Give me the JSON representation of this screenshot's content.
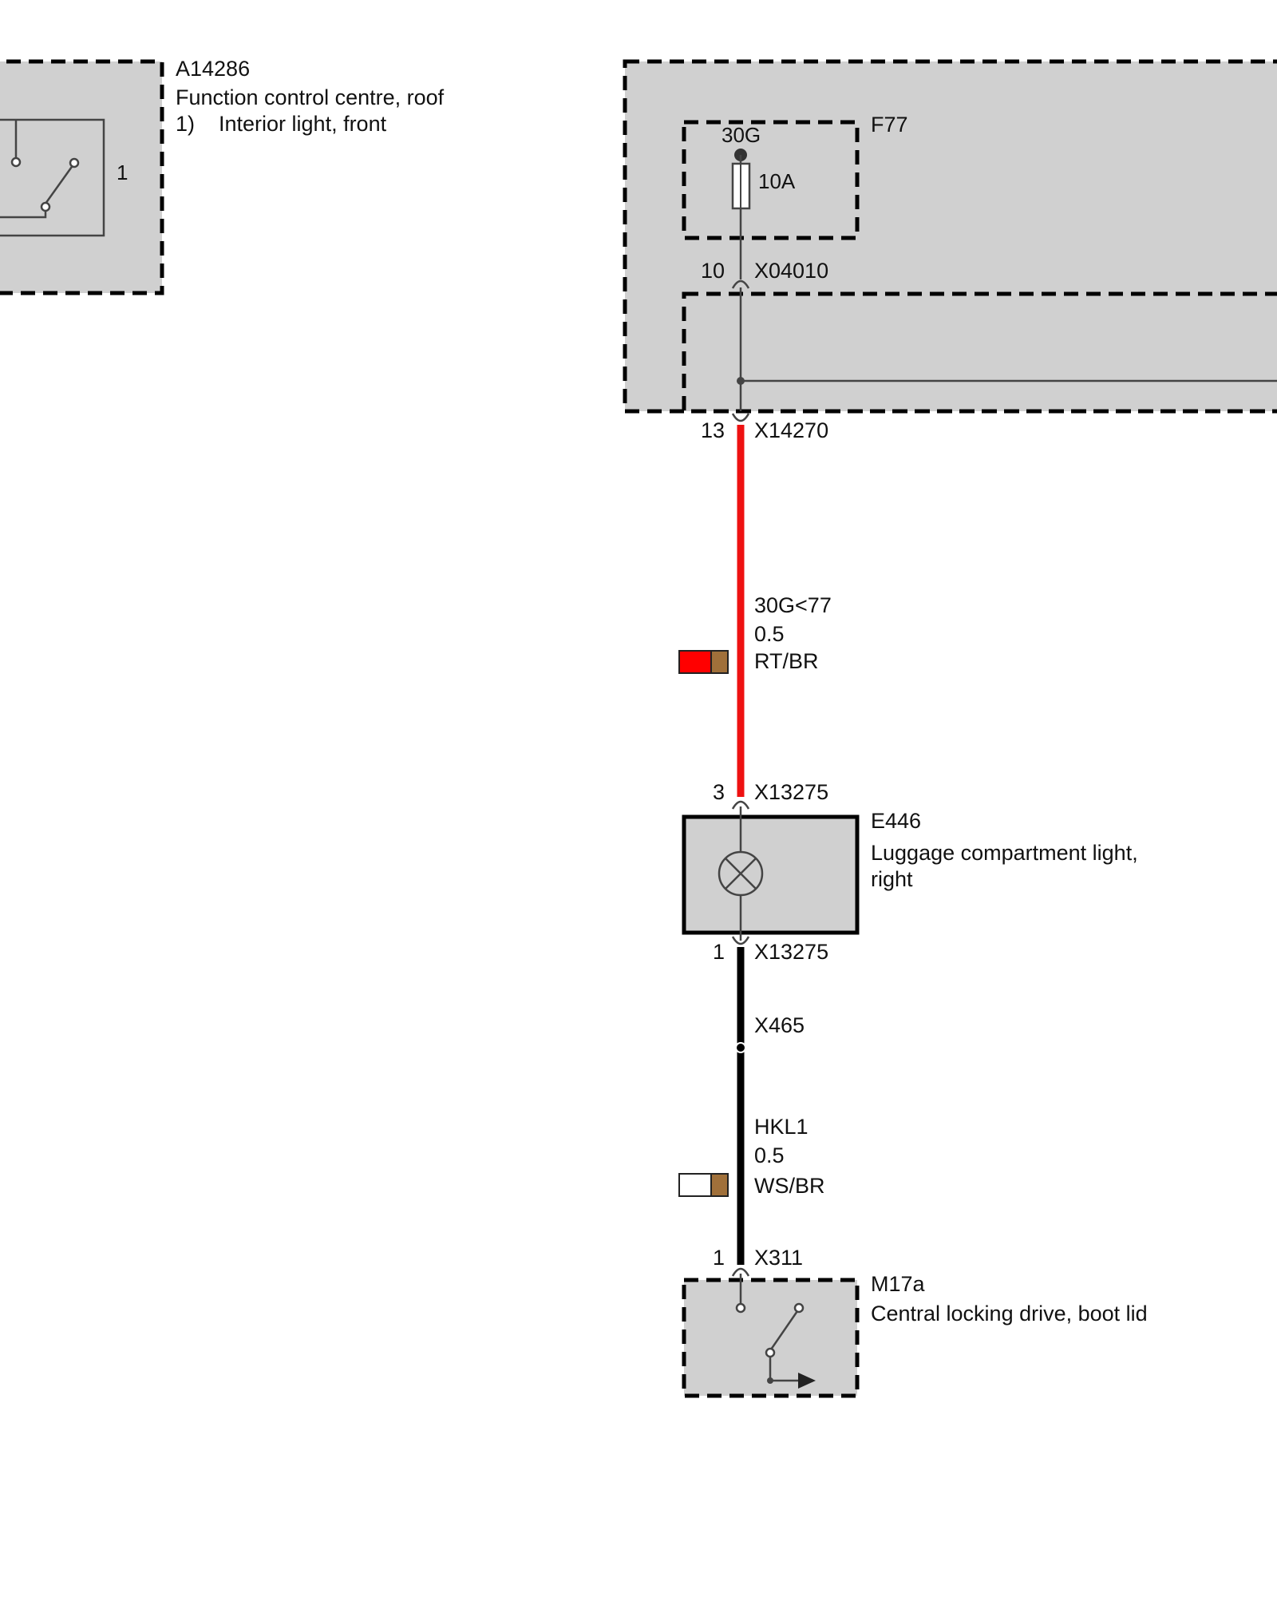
{
  "components": {
    "a14286": {
      "id": "A14286",
      "name": "Function control centre, roof",
      "note_num": "1)",
      "note_text": "Interior light, front",
      "pin": "1"
    },
    "f77": {
      "id": "F77",
      "terminal": "30G",
      "rating": "10A"
    },
    "e446": {
      "id": "E446",
      "name_line1": "Luggage compartment light,",
      "name_line2": "right"
    },
    "m17a": {
      "id": "M17a",
      "name": "Central locking drive, boot lid"
    }
  },
  "connectors": {
    "x04010": {
      "pin": "10",
      "id": "X04010"
    },
    "x14270": {
      "pin": "13",
      "id": "X14270"
    },
    "x13275_top": {
      "pin": "3",
      "id": "X13275"
    },
    "x13275_bottom": {
      "pin": "1",
      "id": "X13275"
    },
    "x465": {
      "id": "X465"
    },
    "x311": {
      "pin": "1",
      "id": "X311"
    }
  },
  "wires": {
    "upper": {
      "signal": "30G<77",
      "gauge": "0.5",
      "color_code": "RT/BR",
      "colors": [
        "#ff0000",
        "#a0703a"
      ],
      "line_color": "#ee1111"
    },
    "lower": {
      "signal": "HKL1",
      "gauge": "0.5",
      "color_code": "WS/BR",
      "colors": [
        "#ffffff",
        "#a0703a"
      ],
      "line_color": "#000000"
    }
  },
  "colors": {
    "module_fill": "#d0d0d0",
    "outline": "#000000",
    "thin_line": "#444444"
  }
}
